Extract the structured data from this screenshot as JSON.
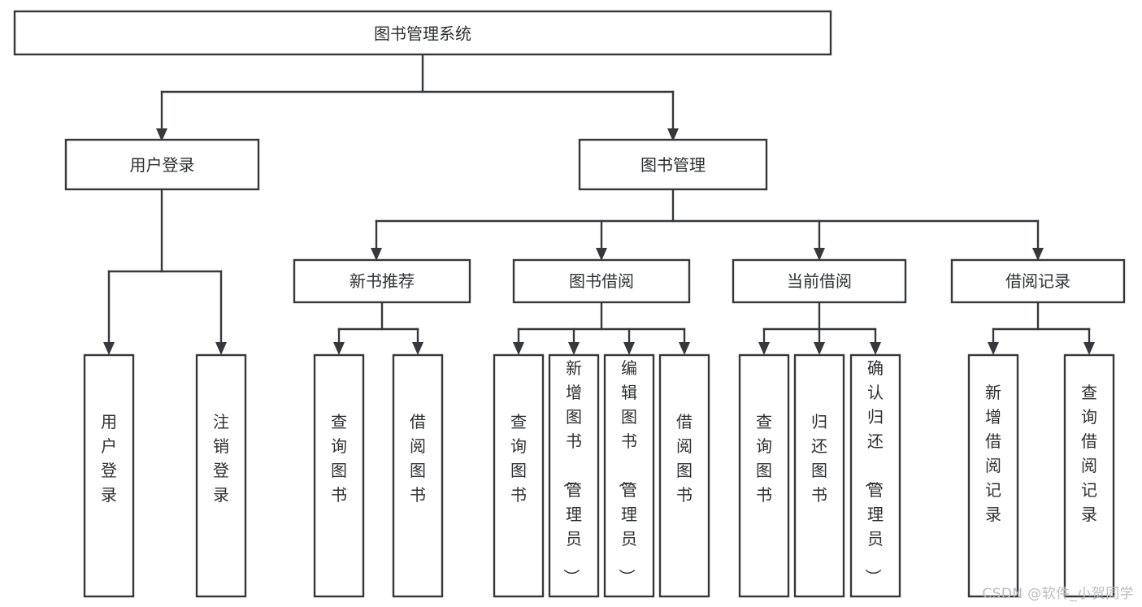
{
  "diagram": {
    "type": "tree",
    "title": "图书管理系统",
    "watermark": "CSDN @软件_小贺同学",
    "colors": {
      "stroke": "#37383a",
      "fill": "#ffffff",
      "text": "#2f3032",
      "watermark": "#b9bbbd"
    },
    "levels": {
      "root": {
        "label": "图书管理系统",
        "orientation": "horizontal"
      },
      "level2": [
        {
          "label": "用户登录",
          "orientation": "horizontal"
        },
        {
          "label": "图书管理",
          "orientation": "horizontal"
        }
      ],
      "level3": [
        {
          "label": "新书推荐",
          "orientation": "horizontal"
        },
        {
          "label": "图书借阅",
          "orientation": "horizontal"
        },
        {
          "label": "当前借阅",
          "orientation": "horizontal"
        },
        {
          "label": "借阅记录",
          "orientation": "horizontal"
        }
      ],
      "leaves": [
        {
          "label": "用户登录",
          "orientation": "vertical",
          "parent": "用户登录"
        },
        {
          "label": "注销登录",
          "orientation": "vertical",
          "parent": "用户登录"
        },
        {
          "label": "查询图书",
          "orientation": "vertical",
          "parent": "新书推荐"
        },
        {
          "label": "借阅图书",
          "orientation": "vertical",
          "parent": "新书推荐"
        },
        {
          "label": "查询图书",
          "orientation": "vertical",
          "parent": "图书借阅"
        },
        {
          "label": "新增图书（管理员）",
          "orientation": "vertical",
          "parent": "图书借阅"
        },
        {
          "label": "编辑图书（管理员）",
          "orientation": "vertical",
          "parent": "图书借阅"
        },
        {
          "label": "借阅图书",
          "orientation": "vertical",
          "parent": "图书借阅"
        },
        {
          "label": "查询图书",
          "orientation": "vertical",
          "parent": "当前借阅"
        },
        {
          "label": "归还图书",
          "orientation": "vertical",
          "parent": "当前借阅"
        },
        {
          "label": "确认归还（管理员）",
          "orientation": "vertical",
          "parent": "当前借阅"
        },
        {
          "label": "新增借阅记录",
          "orientation": "vertical",
          "parent": "借阅记录"
        },
        {
          "label": "查询借阅记录",
          "orientation": "vertical",
          "parent": "借阅记录"
        }
      ]
    }
  }
}
